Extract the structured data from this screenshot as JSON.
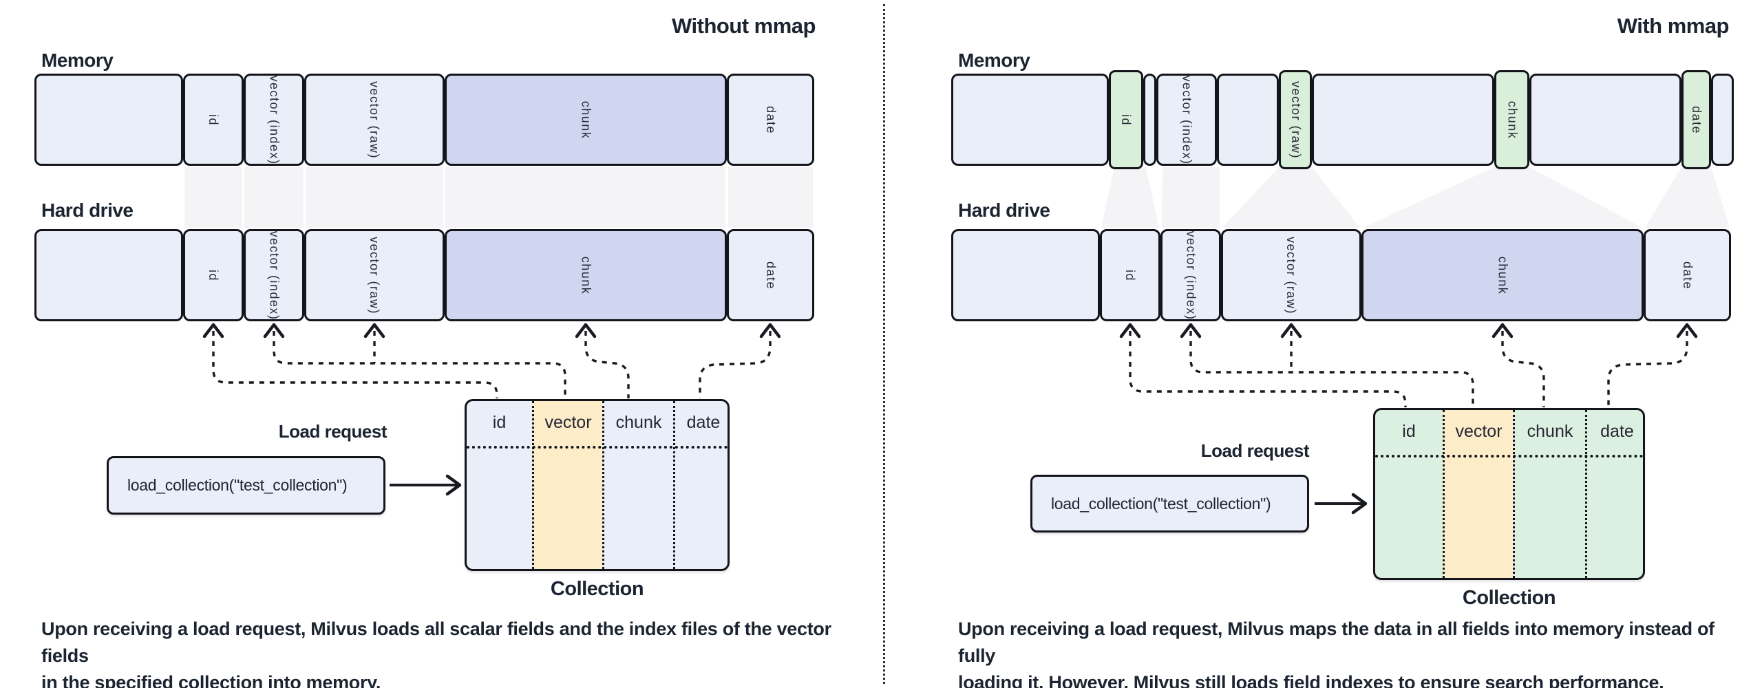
{
  "colors": {
    "lavender_fill": "#e9eef9",
    "periwinkle_fill": "#d0d6f0",
    "green_fill": "#d9efda",
    "green_table_fill": "#dcf0e1",
    "yellow_fill": "#fdecc8",
    "connector_gray": "#f4f4f6",
    "border": "#14141b",
    "text": "#1b2430"
  },
  "left": {
    "title": "Without mmap",
    "memory_label": "Memory",
    "hard_drive_label": "Hard drive",
    "memory_segments": [
      "",
      "id",
      "vector (index)",
      "vector (raw)",
      "chunk",
      "date"
    ],
    "hard_drive_segments": [
      "",
      "id",
      "vector (index)",
      "vector (raw)",
      "chunk",
      "date"
    ],
    "load_request_label": "Load request",
    "load_code": "load_collection(\"test_collection\")",
    "collection_label": "Collection",
    "collection_columns": [
      "id",
      "vector",
      "chunk",
      "date"
    ],
    "caption_lines": [
      "Upon receiving a load request, Milvus loads all scalar fields and the index files of the vector fields",
      "in the specified collection into memory."
    ]
  },
  "right": {
    "title": "With mmap",
    "memory_label": "Memory",
    "hard_drive_label": "Hard drive",
    "memory_segments": [
      "",
      "id",
      "",
      "vector (index)",
      "",
      "vector (raw)",
      "",
      "chunk",
      "",
      "date",
      ""
    ],
    "hard_drive_segments": [
      "",
      "id",
      "vector (index)",
      "vector (raw)",
      "chunk",
      "date"
    ],
    "load_request_label": "Load request",
    "load_code": "load_collection(\"test_collection\")",
    "collection_label": "Collection",
    "collection_columns": [
      "id",
      "vector",
      "chunk",
      "date"
    ],
    "caption_lines": [
      "Upon receiving a load request, Milvus maps the data in all fields into memory instead of fully",
      "loading it. However, Milvus still loads field indexes to ensure search performance."
    ]
  }
}
